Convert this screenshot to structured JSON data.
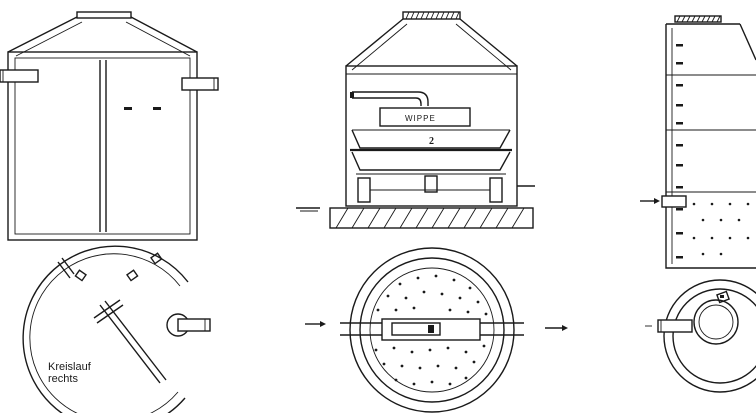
{
  "labels": {
    "wippe": "WIPPE",
    "chamber_number": "2",
    "rotation_note_line1": "Kreislauf",
    "rotation_note_line2": "rechts"
  },
  "colors": {
    "line": "#1a1a1a",
    "background": "#ffffff"
  }
}
